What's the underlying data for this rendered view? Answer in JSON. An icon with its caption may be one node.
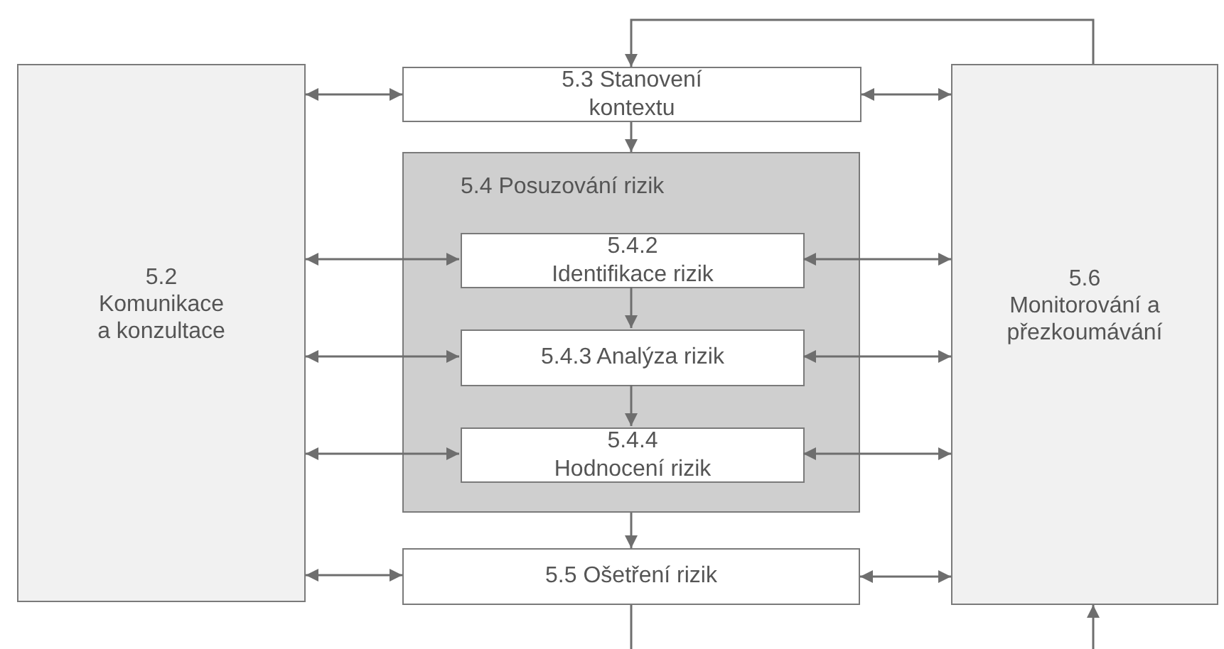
{
  "diagram": {
    "nodes": [
      {
        "text": [
          "5.3 Stanovení kontextu"
        ]
      },
      {
        "text": [
          "5.2",
          "Komunikace a konzultace"
        ]
      },
      {
        "text": [
          "5.4 Posuzování rizik"
        ]
      },
      {
        "text": [
          "5.4.2 Identifikace rizik"
        ],
        "in": 2
      },
      {
        "text": [
          "5.4.3 Analýza rizik"
        ],
        "in": 2
      },
      {
        "text": [
          "5.4.4 Hodnocení rizik"
        ],
        "in": 2
      },
      {
        "text": [
          "5.5 Ošetření rizik"
        ]
      },
      {
        "text": [
          "5.6",
          "Monitorování a přezkoumávání"
        ]
      }
    ],
    "edges": [
      {
        "from": 7,
        "to": 0,
        "arrow": "to"
      },
      {
        "from": 1,
        "to": 0,
        "arrow": "both"
      },
      {
        "from": 0,
        "to": 7,
        "arrow": "both"
      },
      {
        "from": 0,
        "to": 2,
        "arrow": "to"
      },
      {
        "from": 1,
        "to": 3,
        "arrow": "both"
      },
      {
        "from": 3,
        "to": 7,
        "arrow": "both"
      },
      {
        "from": 3,
        "to": 4,
        "arrow": "to"
      },
      {
        "from": 1,
        "to": 4,
        "arrow": "both"
      },
      {
        "from": 4,
        "to": 7,
        "arrow": "both"
      },
      {
        "from": 4,
        "to": 5,
        "arrow": "to"
      },
      {
        "from": 1,
        "to": 5,
        "arrow": "both"
      },
      {
        "from": 5,
        "to": 7,
        "arrow": "both"
      },
      {
        "from": 2,
        "to": 6,
        "arrow": "to"
      },
      {
        "from": 1,
        "to": 6,
        "arrow": "both"
      },
      {
        "from": 6,
        "to": 7,
        "arrow": "both"
      },
      {
        "from": 6,
        "to": null,
        "arrow": "none"
      },
      {
        "from": null,
        "to": 7,
        "arrow": "to"
      }
    ]
  }
}
